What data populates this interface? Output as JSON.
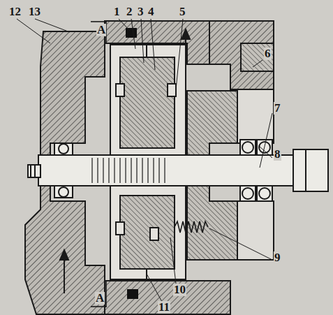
{
  "diagram": {
    "labels": [
      "12",
      "13",
      "A",
      "1",
      "2",
      "3",
      "4",
      "5",
      "6",
      "7",
      "8",
      "9",
      "10",
      "11",
      "A"
    ]
  }
}
